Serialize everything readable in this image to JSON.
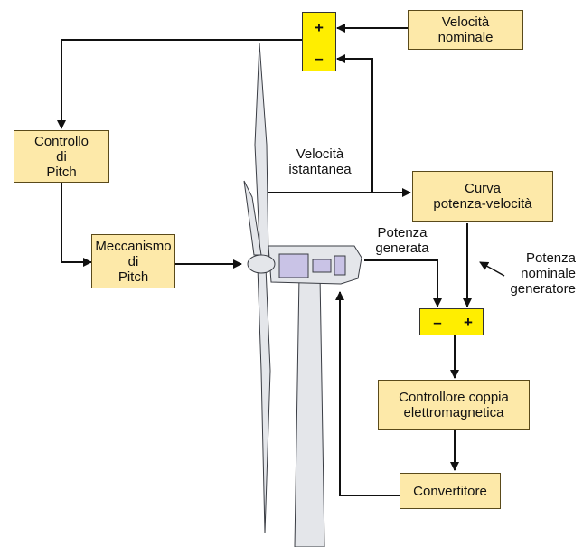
{
  "blocks": {
    "velocita_nominale": "Velocità\nnominale",
    "controllo_pitch": "Controllo\ndi\nPitch",
    "meccanismo_pitch": "Meccanismo\ndi\nPitch",
    "curva": "Curva\npotenza-velocità",
    "controllore_coppia": "Controllore coppia\nelettromagnetica",
    "convertitore": "Convertitore"
  },
  "summing_junctions": {
    "speed": {
      "top": "+",
      "bottom": "–"
    },
    "power": {
      "left": "–",
      "right": "+"
    }
  },
  "labels": {
    "velocita_istantanea": "Velocità\nistantanea",
    "potenza_generata": "Potenza\ngenerata",
    "potenza_nominale": "Potenza\nnominale\ngeneratore"
  },
  "colors": {
    "block_fill": "#fde9a9",
    "junction_fill": "#ffee00",
    "turbine_fill": "#e4e6ea",
    "line": "#111111"
  }
}
